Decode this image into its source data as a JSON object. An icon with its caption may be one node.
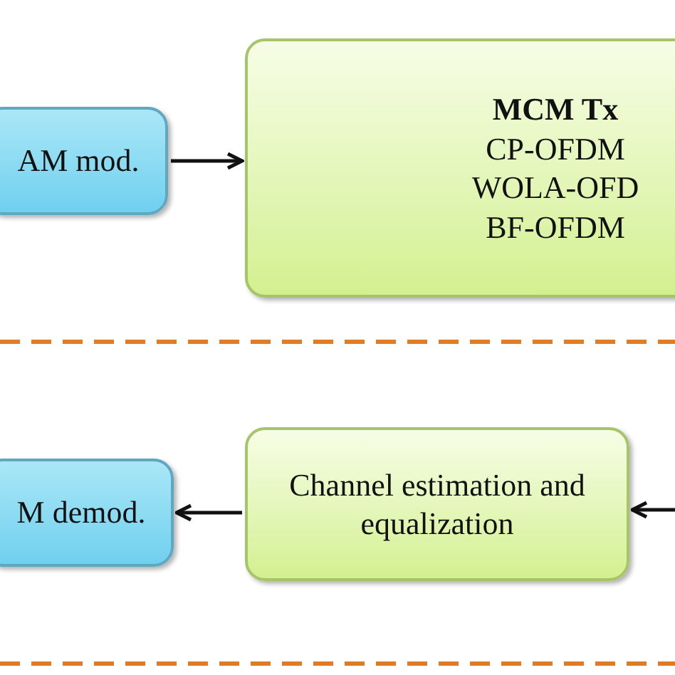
{
  "diagram": {
    "nodes": [
      {
        "text": [
          "AM mod."
        ]
      },
      {
        "text": [
          "MCM Tx",
          "CP-OFDM",
          "WOLA-OFD",
          "BF-OFDM"
        ]
      },
      {
        "text": [
          "M demod."
        ]
      },
      {
        "text": [
          "Channel estimation and equalization"
        ]
      }
    ],
    "edges": [
      {
        "from": 0,
        "to": 1,
        "arrow": "to"
      },
      {
        "from": 3,
        "to": 2,
        "arrow": "to"
      },
      {
        "from": null,
        "to": 3,
        "arrow": "to"
      }
    ]
  }
}
